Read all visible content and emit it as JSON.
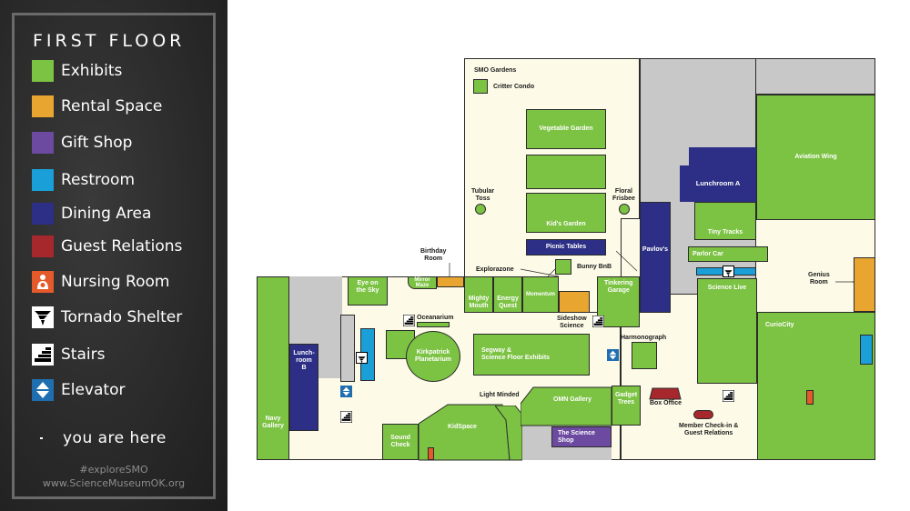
{
  "legend": {
    "title": "FIRST FLOOR",
    "items": [
      {
        "label": "Exhibits",
        "color": "#7cc243",
        "icon": "swatch"
      },
      {
        "label": "Rental Space",
        "color": "#e8a631",
        "icon": "swatch"
      },
      {
        "label": "Gift Shop",
        "color": "#6b4aa0",
        "icon": "swatch"
      },
      {
        "label": "Restroom",
        "color": "#1a9fd8",
        "icon": "swatch"
      },
      {
        "label": "Dining Area",
        "color": "#2c2f85",
        "icon": "swatch"
      },
      {
        "label": "Guest Relations",
        "color": "#a7282c",
        "icon": "swatch"
      },
      {
        "label": "Nursing Room",
        "color": "#e45a2a",
        "icon": "nursing-room-icon"
      },
      {
        "label": "Tornado Shelter",
        "color": "#000000",
        "icon": "tornado-shelter-icon"
      },
      {
        "label": "Stairs",
        "color": "#000000",
        "icon": "stairs-icon"
      },
      {
        "label": "Elevator",
        "color": "#1f6fb0",
        "icon": "elevator-icon"
      }
    ],
    "you_are_here": "you are here",
    "hashtag": "#exploreSMO",
    "website": "www.ScienceMuseumOK.org"
  },
  "map": {
    "labels": {
      "smo_gardens": "SMO Gardens",
      "critter_condo": "Critter Condo",
      "vegetable_garden": "Vegetable Garden",
      "tubular_toss": "Tubular\nToss",
      "floral_frisbee": "Floral\nFrisbee",
      "kids_garden": "Kid's Garden",
      "picnic_tables": "Picnic Tables",
      "bunny_bnb": "Bunny BnB",
      "explorazone": "Explorazone",
      "birthday_room": "Birthday\nRoom",
      "lunchroom_a": "Lunchroom A",
      "tiny_tracks": "Tiny Tracks",
      "aviation_wing": "Aviation Wing",
      "pavlovs": "Pavlov's",
      "parlor_car": "Parlor Car",
      "genius_room": "Genius\nRoom",
      "science_live": "Science Live",
      "curiocity": "CurioCity",
      "tinkering_garage": "Tinkering\nGarage",
      "sideshow_science": "Sideshow\nScience",
      "momentum": "Momentum",
      "energy_quest": "Energy\nQuest",
      "mighty_mouth": "Mighty\nMouth",
      "mirror_maze": "Mirror\nMaze",
      "eye_on_the_sky": "Eye on\nthe Sky",
      "oceanarium": "Oceanarium",
      "kirkpatrick_planetarium": "Kirkpatrick\nPlanetarium",
      "lunchroom_b": "Lunch-\nroom\nB",
      "navy_gallery": "Navy\nGallery",
      "segway": "Segway &\nScience Floor Exhibits",
      "harmonograph": "Harmonograph",
      "light_minded": "Light Minded",
      "omn_gallery": "OMN Gallery",
      "gadget_trees": "Gadget\nTrees",
      "box_office": "Box Office",
      "member_checkin": "Member Check-in &\nGuest Relations",
      "the_science_shop": "The Science\nShop",
      "kidspace": "KidSpace",
      "sound_check": "Sound\nCheck"
    }
  }
}
